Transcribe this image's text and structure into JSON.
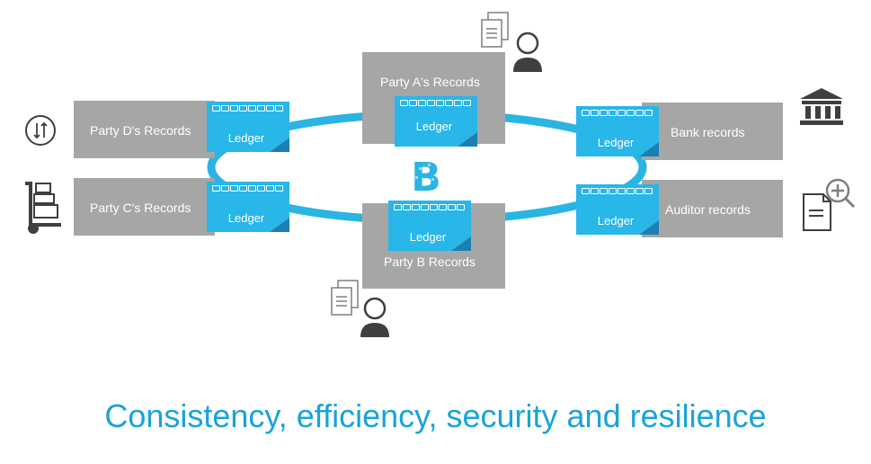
{
  "records": {
    "party_a": "Party A's Records",
    "party_b": "Party B Records",
    "party_c": "Party C's Records",
    "party_d": "Party D's Records",
    "bank": "Bank records",
    "auditor": "Auditor records"
  },
  "ledger_label": "Ledger",
  "tagline": "Consistency, efficiency, security and resilience",
  "colors": {
    "ring": "#2ab4e3",
    "ledger": "#29b6e8",
    "ledger_dark": "#1a7fb3",
    "record_box": "#a6a6a6",
    "icon": "#3f3f3f",
    "tagline": "#19a3d8"
  },
  "icons": [
    "documents-icon",
    "person-icon",
    "bank-icon",
    "document-search-icon",
    "sync-arrows-icon",
    "hand-truck-icon",
    "blockchain-logo-icon"
  ]
}
